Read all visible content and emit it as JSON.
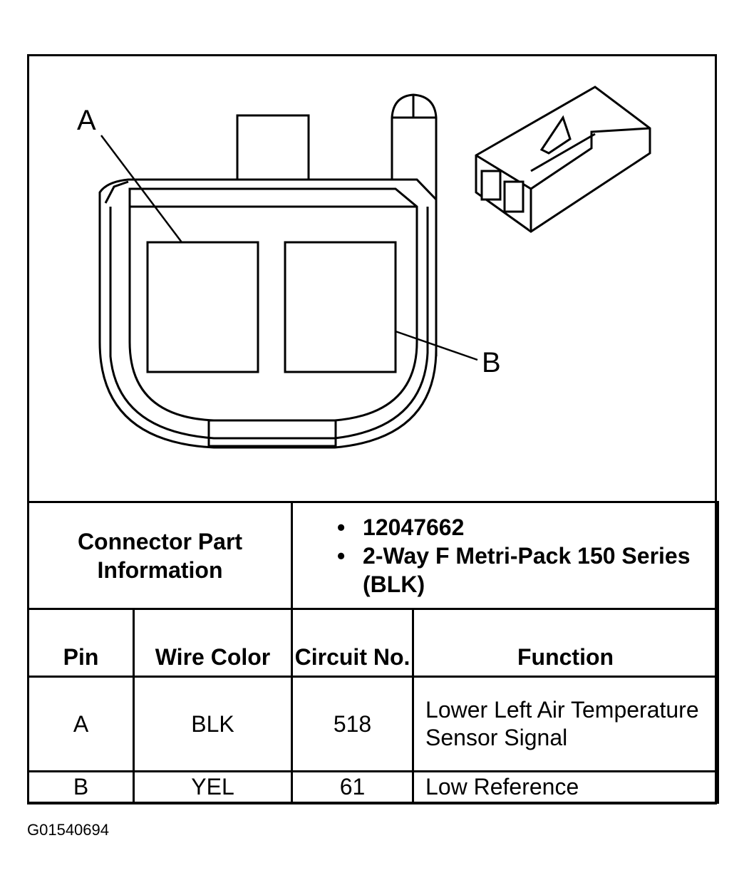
{
  "diagram": {
    "callouts": [
      "A",
      "B"
    ]
  },
  "connector_info": {
    "label": "Connector Part Information",
    "parts": [
      "12047662",
      "2-Way F Metri-Pack 150 Series (BLK)"
    ]
  },
  "pin_table": {
    "headers": [
      "Pin",
      "Wire Color",
      "Circuit No.",
      "Function"
    ],
    "rows": [
      [
        "A",
        "BLK",
        "518",
        "Lower Left Air Temperature Sensor Signal"
      ],
      [
        "B",
        "YEL",
        "61",
        "Low Reference"
      ]
    ]
  },
  "caption": "G01540694"
}
